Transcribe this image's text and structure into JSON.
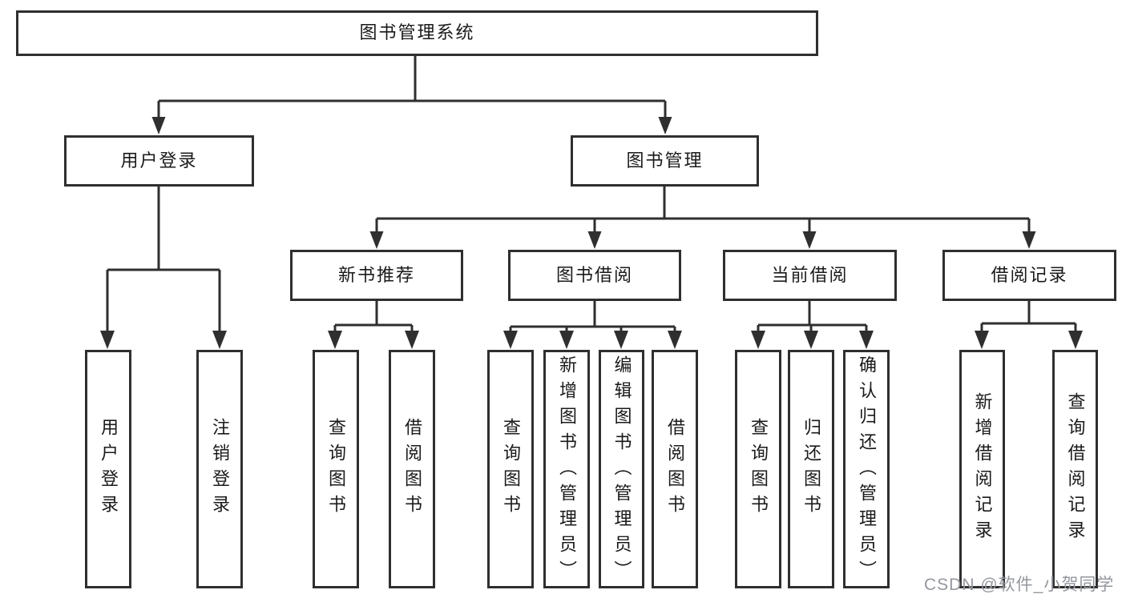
{
  "diagram": {
    "root": {
      "label": "图书管理系统"
    },
    "level2": [
      {
        "id": "user-login",
        "label": "用户登录"
      },
      {
        "id": "book-management",
        "label": "图书管理"
      }
    ],
    "level3": [
      {
        "id": "new-book-recommend",
        "parent": "图书管理",
        "label": "新书推荐"
      },
      {
        "id": "book-borrow",
        "parent": "图书管理",
        "label": "图书借阅"
      },
      {
        "id": "current-borrow",
        "parent": "图书管理",
        "label": "当前借阅"
      },
      {
        "id": "borrow-records",
        "parent": "图书管理",
        "label": "借阅记录"
      }
    ],
    "leaves": [
      {
        "parent": "用户登录",
        "label": "用户登录"
      },
      {
        "parent": "用户登录",
        "label": "注销登录"
      },
      {
        "parent": "新书推荐",
        "label": "查询图书"
      },
      {
        "parent": "新书推荐",
        "label": "借阅图书"
      },
      {
        "parent": "图书借阅",
        "label": "查询图书"
      },
      {
        "parent": "图书借阅",
        "label": "新增图书（管理员）"
      },
      {
        "parent": "图书借阅",
        "label": "编辑图书（管理员）"
      },
      {
        "parent": "图书借阅",
        "label": "借阅图书"
      },
      {
        "parent": "当前借阅",
        "label": "查询图书"
      },
      {
        "parent": "当前借阅",
        "label": "归还图书"
      },
      {
        "parent": "当前借阅",
        "label": "确认归还（管理员）"
      },
      {
        "parent": "借阅记录",
        "label": "新增借阅记录"
      },
      {
        "parent": "借阅记录",
        "label": "查询借阅记录"
      }
    ]
  },
  "watermark": "CSDN @软件_小贺同学",
  "colors": {
    "line": "#2f2f2f",
    "text": "#1a1a1a",
    "watermark": "#94979e",
    "background": "#ffffff"
  }
}
